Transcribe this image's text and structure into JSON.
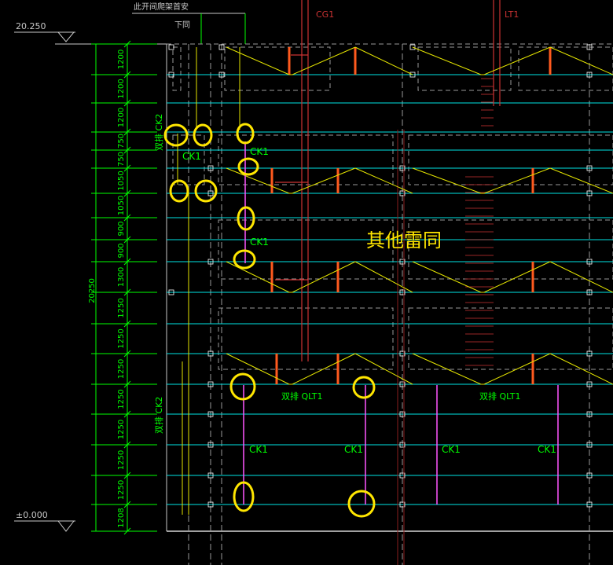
{
  "elevations": {
    "top": "20.250",
    "bottom": "±0.000"
  },
  "header": {
    "note": "此开间爬架首安",
    "same_below": "下同"
  },
  "total_height": "20250",
  "dims": [
    "1200",
    "1200",
    "1200",
    "750",
    "750",
    "1050",
    "1050",
    "900",
    "900",
    "1300",
    "1250",
    "1250",
    "1250",
    "1250",
    "1250",
    "1250",
    "1250",
    "1208"
  ],
  "column_labels": {
    "cg1": "CG1",
    "lt1": "LT1"
  },
  "labels": {
    "ck2_top": "双排 CK2",
    "ck2_bottom": "双排 CK2",
    "ck1_a": "CK1",
    "ck1_b": "CK1",
    "ck1_c": "CK1",
    "ck1_d": "CK1",
    "ck1_e": "CK1",
    "ck1_f": "CK1",
    "ck1_g": "CK1",
    "qlt1_a": "双排 QLT1",
    "qlt1_b": "双排 QLT1"
  },
  "annotation": "其他雷同",
  "colors": {
    "dimension": "#00ff00",
    "beam": "#00e5e5",
    "column": "#cc3333",
    "brace": "#e5e500",
    "highlight": "#ffe600",
    "frame": "#c8c8c8",
    "post": "#ff55ff",
    "grey": "#9a9a9a",
    "white": "#ffffff"
  }
}
